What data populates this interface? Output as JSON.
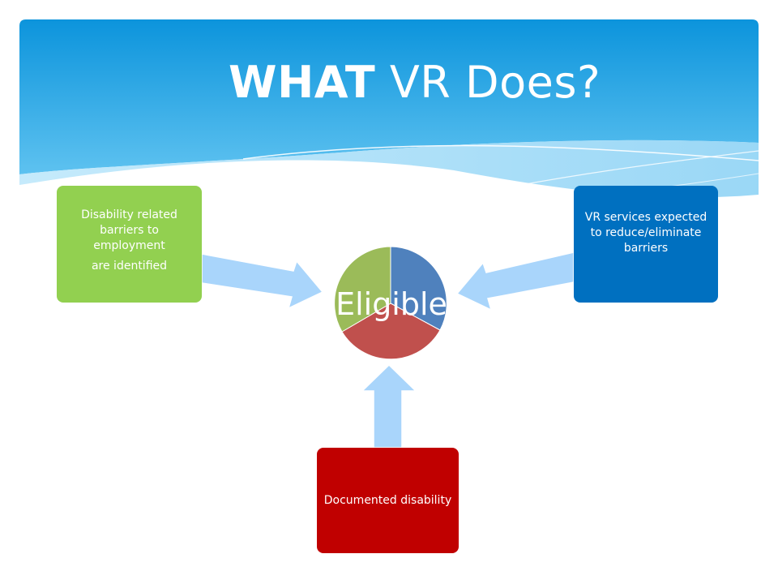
{
  "slide": {
    "title_bold": "WHAT",
    "title_rest": " VR Does?"
  },
  "diagram": {
    "center_label": "Eligible",
    "boxes": {
      "barriers": {
        "line1": "Disability related barriers to employment",
        "line2": "are identified",
        "color": "#92d050"
      },
      "services": {
        "text": "VR services expected to reduce/eliminate barriers",
        "color": "#0070c0"
      },
      "documented": {
        "text": "Documented disability",
        "color": "#c00000"
      }
    },
    "pie_colors": [
      "#4f81bd",
      "#c0504d",
      "#9bbb59"
    ],
    "arrow_color": "#a9d5fb"
  },
  "theme": {
    "header_blue": "#129bdd",
    "wave_light": "#9fdcf7"
  }
}
